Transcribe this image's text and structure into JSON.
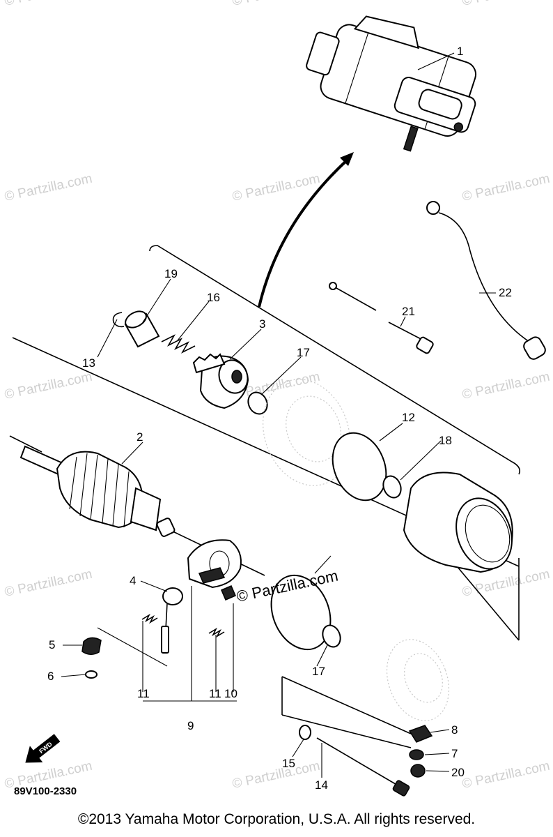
{
  "watermarks": [
    "© Partzilla.com",
    "© Partzilla.com",
    "© Partzilla.com",
    "© Partzilla.com",
    "© Partzilla.com",
    "© Partzilla.com",
    "© Partzilla.com",
    "© Partzilla.com",
    "© Partzilla.com",
    "© Partzilla.com",
    "© Partzilla.com",
    "© Partzilla.com",
    "© Partzilla.com",
    "© Partzilla.com"
  ],
  "center_watermark": "© Partzilla.com",
  "callouts": {
    "p1": "1",
    "p2": "2",
    "p3": "3",
    "p4": "4",
    "p5": "5",
    "p6": "6",
    "p7": "7",
    "p8": "8",
    "p9": "9",
    "p10": "10",
    "p11a": "11",
    "p11b": "11",
    "p12": "12",
    "p13": "13",
    "p14": "14",
    "p15": "15",
    "p16": "16",
    "p17a": "17",
    "p17b": "17",
    "p18": "18",
    "p19": "19",
    "p20": "20",
    "p21": "21",
    "p22": "22"
  },
  "diagram_code": "89V100-2330",
  "fwd_label": "FWD",
  "footer": {
    "copyright": "©2013 Yamaha Motor Corporation, U.S.A. All rights reserved."
  }
}
